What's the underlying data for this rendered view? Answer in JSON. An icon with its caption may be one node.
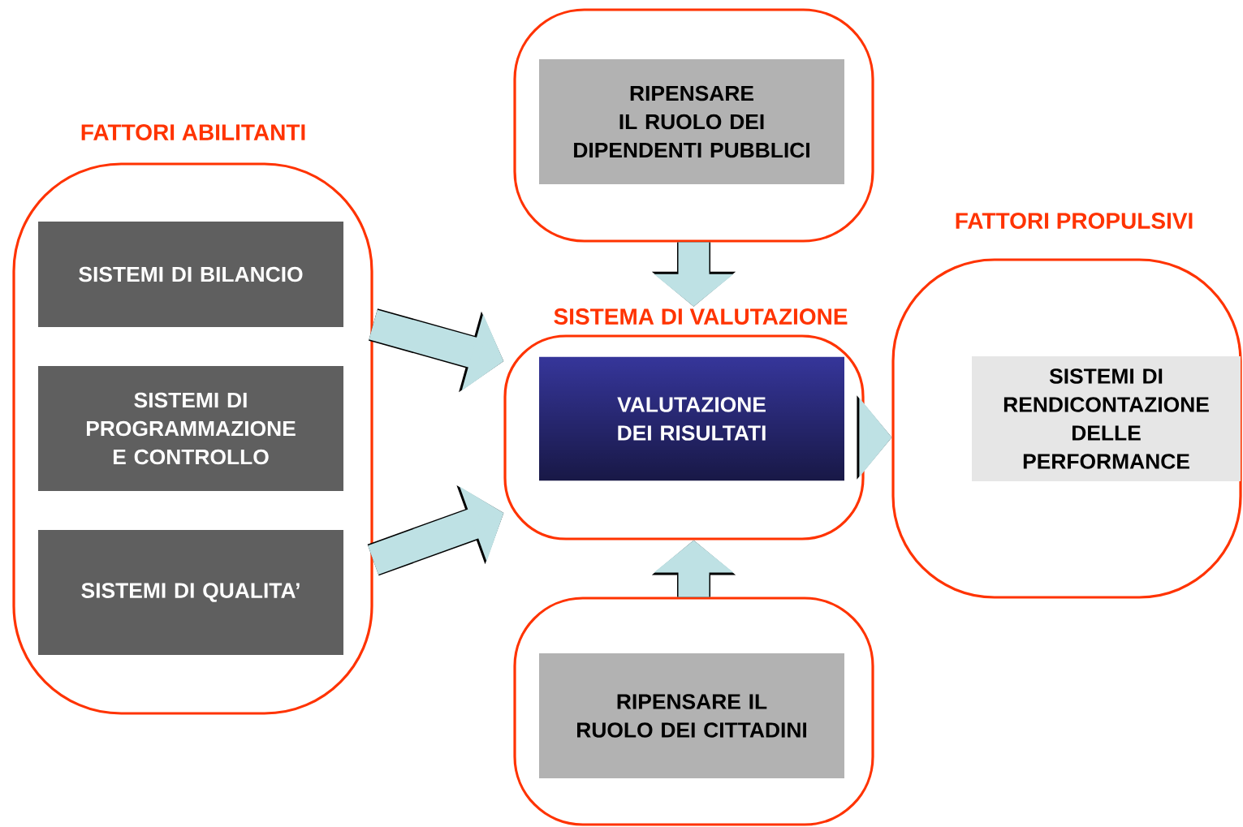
{
  "diagram": {
    "nodes": [
      {
        "text": [
          "FATTORI ABILITANTI"
        ]
      },
      {
        "text": [
          "SISTEMI DI BILANCIO"
        ],
        "in": 0
      },
      {
        "text": [
          "SISTEMI DI PROGRAMMAZIONE E CONTROLLO"
        ],
        "in": 0
      },
      {
        "text": [
          "SISTEMI DI QUALITA’"
        ],
        "in": 0
      },
      {
        "text": [],
        "shape": "box"
      },
      {
        "text": [
          "RIPENSARE IL RUOLO DEI DIPENDENTI PUBBLICI"
        ],
        "in": 4
      },
      {
        "text": [
          "SISTEMA DI VALUTAZIONE"
        ]
      },
      {
        "text": [
          "VALUTAZIONE DEI RISULTATI"
        ],
        "in": 6
      },
      {
        "text": [
          "FATTORI PROPULSIVI"
        ]
      },
      {
        "text": [
          "SISTEMI DI RENDICONTAZIONE DELLE PERFORMANCE"
        ],
        "in": 8
      },
      {
        "text": [],
        "shape": "box"
      },
      {
        "text": [
          "RIPENSARE IL RUOLO DEI CITTADINI"
        ],
        "in": 10
      }
    ],
    "edges": [
      {
        "from": 0,
        "to": 6,
        "arrow": "to"
      },
      {
        "from": 0,
        "to": 6,
        "arrow": "to"
      },
      {
        "from": 4,
        "to": 6,
        "arrow": "to"
      },
      {
        "from": 10,
        "to": 6,
        "arrow": "to"
      },
      {
        "from": 6,
        "to": 8,
        "arrow": "to"
      }
    ]
  }
}
